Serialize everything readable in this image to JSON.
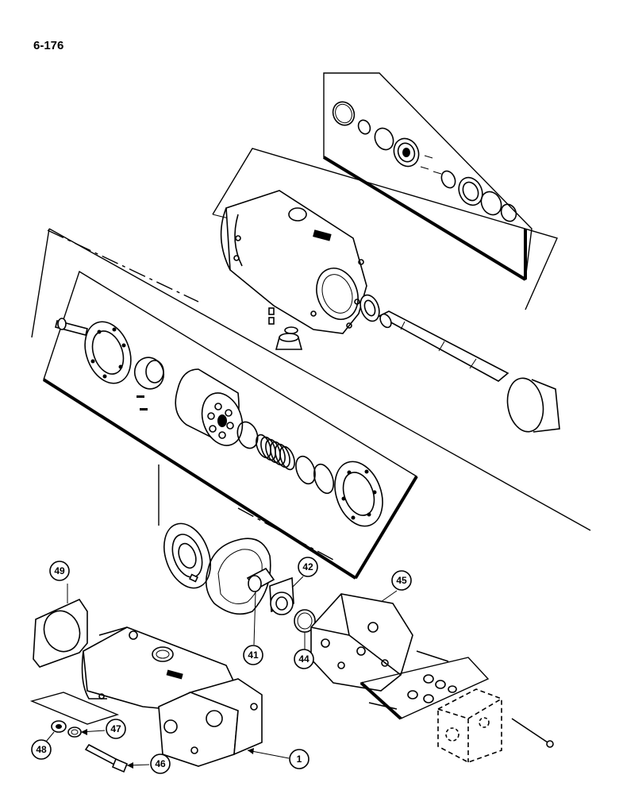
{
  "page": {
    "number": "6-176"
  },
  "callouts": [
    {
      "id": "1",
      "label": "1"
    },
    {
      "id": "41",
      "label": "41"
    },
    {
      "id": "42",
      "label": "42"
    },
    {
      "id": "44",
      "label": "44"
    },
    {
      "id": "45",
      "label": "45"
    },
    {
      "id": "46",
      "label": "46"
    },
    {
      "id": "47",
      "label": "47"
    },
    {
      "id": "48",
      "label": "48"
    },
    {
      "id": "49",
      "label": "49"
    }
  ]
}
